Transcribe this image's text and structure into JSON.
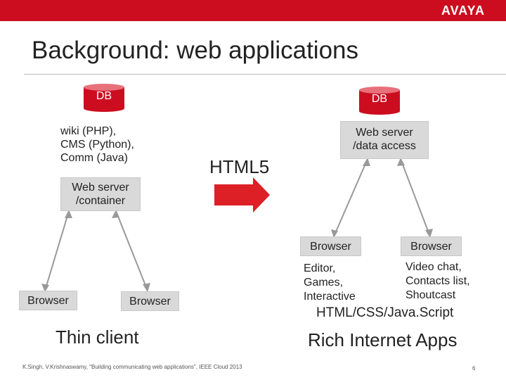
{
  "brand": {
    "logo": "AVAYA",
    "accent": "#cc0d1f",
    "box_fill": "#d9d9d9"
  },
  "slide": {
    "title": "Background: web applications",
    "page_number": "6"
  },
  "left": {
    "db_label": "DB",
    "apps_lines": [
      "wiki (PHP),",
      "CMS (Python),",
      "Comm (Java)"
    ],
    "server_lines": [
      "Web server",
      "/container"
    ],
    "browser_left": "Browser",
    "browser_right": "Browser",
    "caption": "Thin client"
  },
  "middle": {
    "html5_label": "HTML5",
    "arrow_icon": "right-arrow-icon"
  },
  "right": {
    "db_label": "DB",
    "server_lines": [
      "Web server",
      "/data access"
    ],
    "browser_left": "Browser",
    "browser_right": "Browser",
    "left_apps_lines": [
      "Editor,",
      "Games,",
      "Interactive"
    ],
    "right_apps_lines": [
      "Video chat,",
      "Contacts list,",
      "Shoutcast"
    ],
    "tech": "HTML/CSS/Java.Script",
    "caption": "Rich Internet Apps"
  },
  "footer": {
    "citation": "K.Singh, V.Krishnaswamy, \"Building communicating web applications\", IEEE Cloud 2013"
  }
}
